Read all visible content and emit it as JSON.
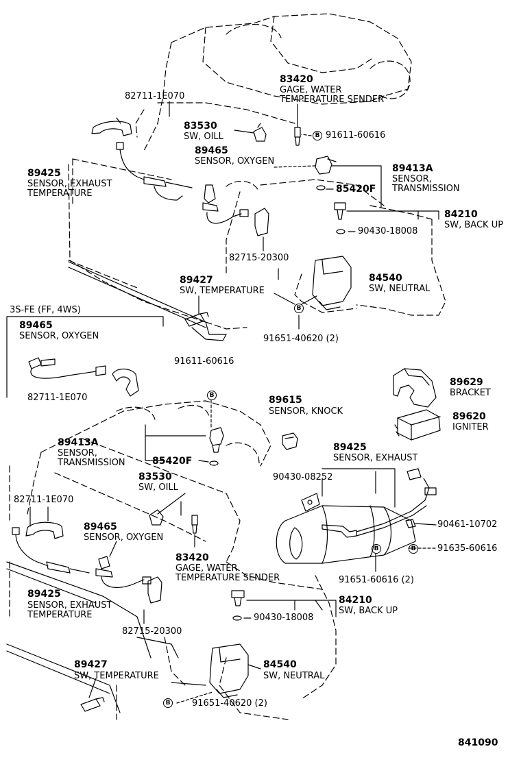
{
  "variant_heading": "3S-FE (FF, 4WS)",
  "bolt_mark": "B",
  "figure_number": "841090",
  "callouts": [
    {
      "id": "c1",
      "part": "83420",
      "name": [
        "GAGE, WATER",
        "TEMPERATURE SENDER"
      ]
    },
    {
      "id": "c2",
      "part": "82711-1E070",
      "name": []
    },
    {
      "id": "c3",
      "part": "83530",
      "name": [
        "SW, OILL"
      ]
    },
    {
      "id": "c4",
      "part": "91611-60616",
      "name": []
    },
    {
      "id": "c5",
      "part": "89465",
      "name": [
        "SENSOR, OXYGEN"
      ]
    },
    {
      "id": "c6",
      "part": "89413A",
      "name": [
        "SENSOR,",
        "TRANSMISSION"
      ]
    },
    {
      "id": "c7",
      "part": "89425",
      "name": [
        "SENSOR, EXHAUST",
        "TEMPERATURE"
      ]
    },
    {
      "id": "c8",
      "part": "85420F",
      "name": []
    },
    {
      "id": "c9",
      "part": "84210",
      "name": [
        "SW, BACK UP"
      ]
    },
    {
      "id": "c10",
      "part": "90430-18008",
      "name": []
    },
    {
      "id": "c11",
      "part": "82715-20300",
      "name": []
    },
    {
      "id": "c12",
      "part": "89427",
      "name": [
        "SW, TEMPERATURE"
      ]
    },
    {
      "id": "c13",
      "part": "84540",
      "name": [
        "SW, NEUTRAL"
      ]
    },
    {
      "id": "c14",
      "part": "91651-40620 (2)",
      "name": []
    },
    {
      "id": "c15",
      "part": "89465",
      "name": [
        "SENSOR, OXYGEN"
      ]
    },
    {
      "id": "c16",
      "part": "82711-1E070",
      "name": []
    },
    {
      "id": "c17",
      "part": "91611-60616",
      "name": []
    },
    {
      "id": "c18",
      "part": "89629",
      "name": [
        "BRACKET"
      ]
    },
    {
      "id": "c19",
      "part": "89615",
      "name": [
        "SENSOR, KNOCK"
      ]
    },
    {
      "id": "c20",
      "part": "89620",
      "name": [
        "IGNITER"
      ]
    },
    {
      "id": "c21",
      "part": "89413A",
      "name": [
        "SENSOR,",
        "TRANSMISSION"
      ]
    },
    {
      "id": "c22",
      "part": "85420F",
      "name": []
    },
    {
      "id": "c23",
      "part": "89425",
      "name": [
        "SENSOR, EXHAUST"
      ]
    },
    {
      "id": "c24",
      "part": "90430-08252",
      "name": []
    },
    {
      "id": "c25",
      "part": "83530",
      "name": [
        "SW, OILL"
      ]
    },
    {
      "id": "c26",
      "part": "82711-1E070",
      "name": []
    },
    {
      "id": "c27",
      "part": "89465",
      "name": [
        "SENSOR, OXYGEN"
      ]
    },
    {
      "id": "c28",
      "part": "90461-10702",
      "name": []
    },
    {
      "id": "c29",
      "part": "91635-60616",
      "name": []
    },
    {
      "id": "c30",
      "part": "83420",
      "name": [
        "GAGE, WATER",
        "TEMPERATURE SENDER"
      ]
    },
    {
      "id": "c31",
      "part": "91651-60616 (2)",
      "name": []
    },
    {
      "id": "c32",
      "part": "89425",
      "name": [
        "SENSOR, EXHAUST",
        "TEMPERATURE"
      ]
    },
    {
      "id": "c33",
      "part": "84210",
      "name": [
        "SW, BACK UP"
      ]
    },
    {
      "id": "c34",
      "part": "90430-18008",
      "name": []
    },
    {
      "id": "c35",
      "part": "82715-20300",
      "name": []
    },
    {
      "id": "c36",
      "part": "89427",
      "name": [
        "SW, TEMPERATURE"
      ]
    },
    {
      "id": "c37",
      "part": "84540",
      "name": [
        "SW, NEUTRAL"
      ]
    },
    {
      "id": "c38",
      "part": "91651-40620 (2)",
      "name": []
    }
  ]
}
